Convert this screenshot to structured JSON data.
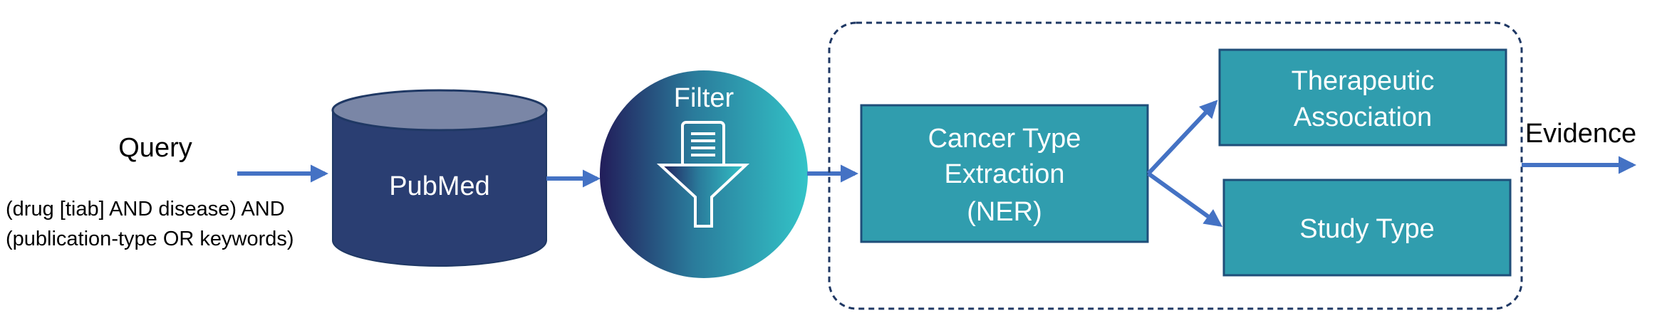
{
  "query": {
    "label": "Query",
    "line1": "(drug [tiab] AND disease) AND",
    "line2": "(publication-type OR keywords)"
  },
  "database": {
    "label": "PubMed"
  },
  "filter": {
    "label": "Filter",
    "icon": "filter-funnel-document-icon"
  },
  "ner": {
    "line1": "Cancer Type",
    "line2": "Extraction",
    "line3": "(NER)"
  },
  "therapeutic": {
    "line1": "Therapeutic",
    "line2": "Association"
  },
  "study": {
    "label": "Study Type"
  },
  "output": {
    "label": "Evidence"
  },
  "colors": {
    "arrow": "#4472C4",
    "cylinder_body": "#2A3E72",
    "cylinder_top": "#7A86A6",
    "box_fill": "#309DAE",
    "box_border": "#1F4E79",
    "circle_left": "#221D5A",
    "circle_mid": "#2A7B9B",
    "circle_right": "#33C4C8",
    "dashed_border": "#1F3864",
    "text_dark": "#000000",
    "text_light": "#ffffff"
  }
}
